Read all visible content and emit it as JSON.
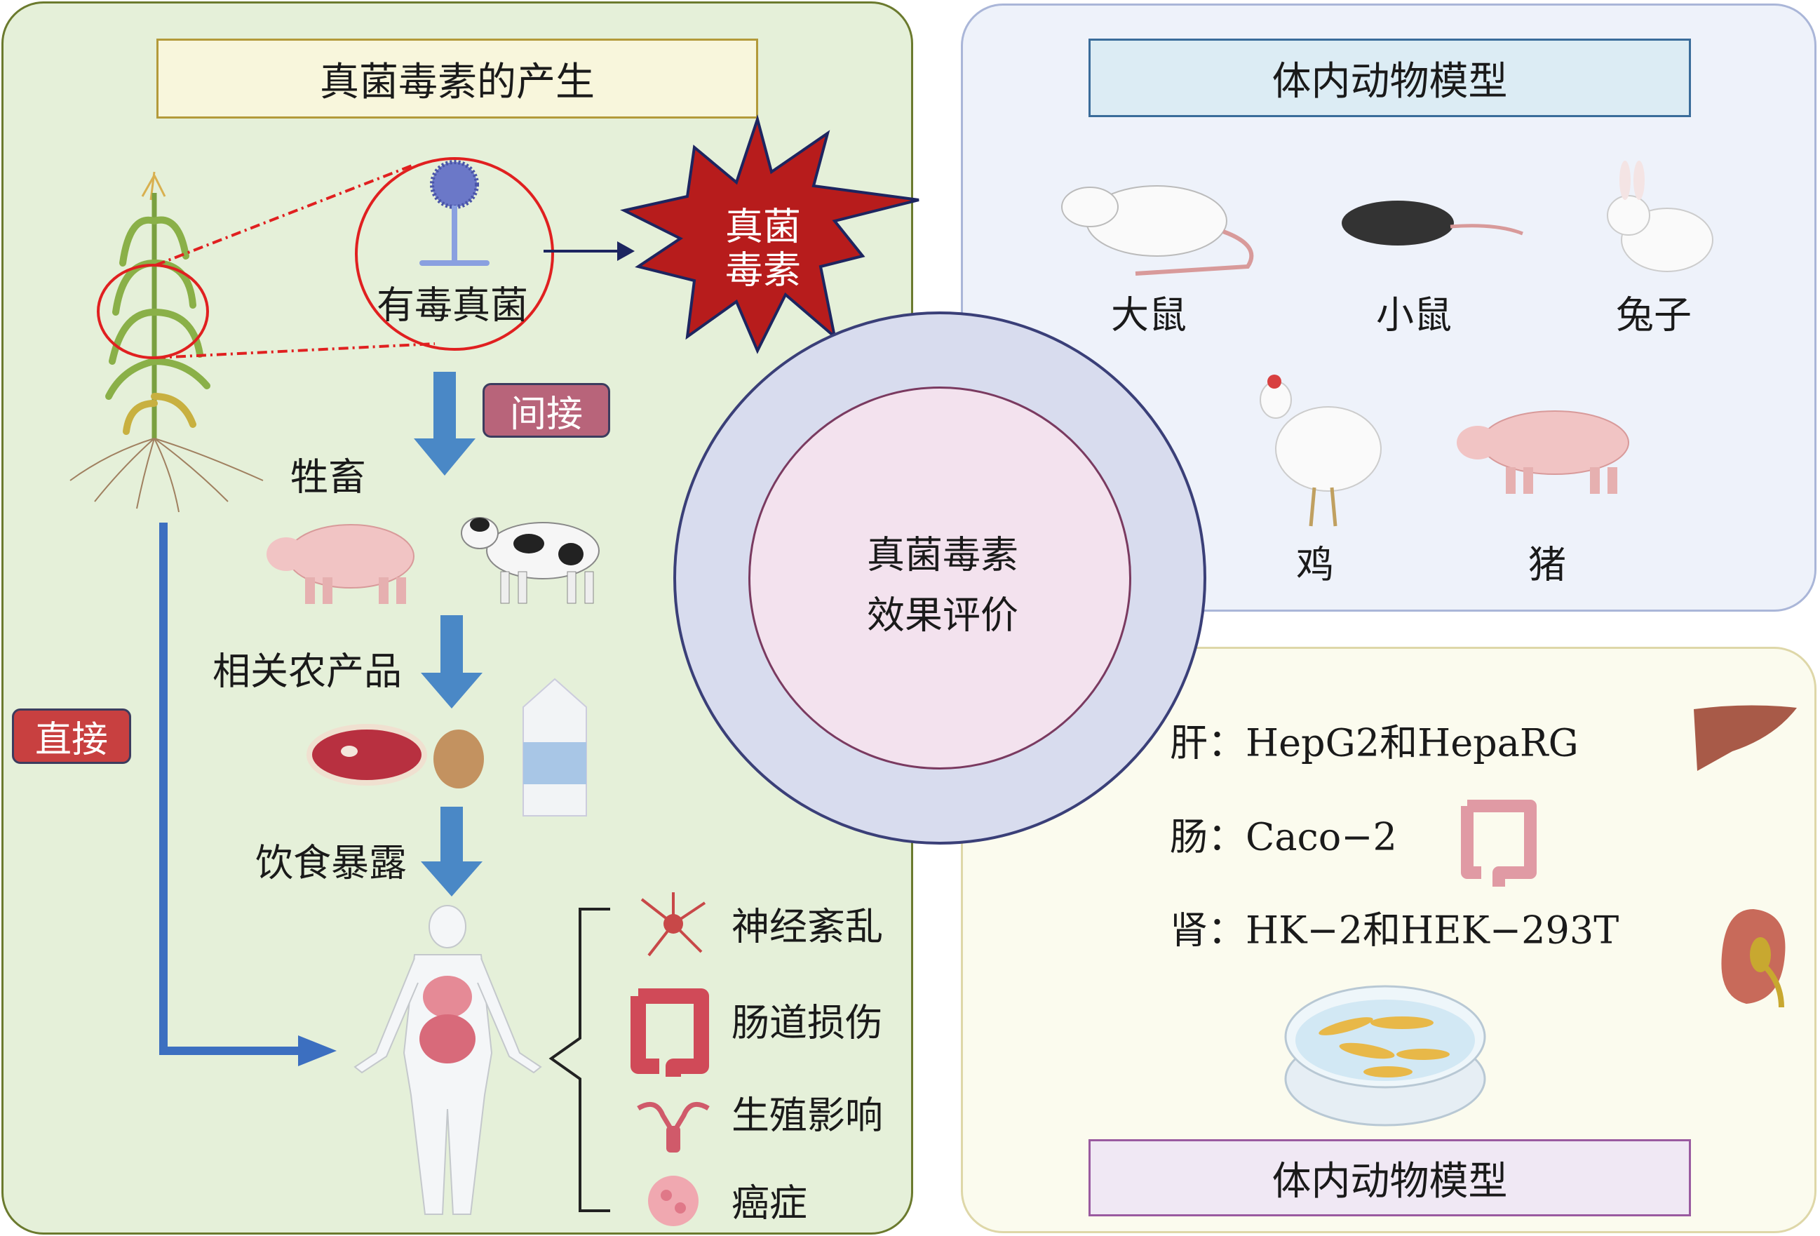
{
  "production": {
    "title": "真菌毒素的产生",
    "toxic_fungus": "有毒真菌",
    "mycotoxin_burst": [
      "真菌",
      "毒素"
    ],
    "indirect": "间接",
    "direct": "直接",
    "livestock": "牲畜",
    "agri_products": "相关农产品",
    "dietary_exposure": "饮食暴露",
    "effects": [
      "神经紊乱",
      "肠道损伤",
      "生殖影响",
      "癌症"
    ]
  },
  "center": {
    "line1": "真菌毒素",
    "line2": "效果评价"
  },
  "in_vivo": {
    "title": "体内动物模型",
    "animals": [
      "大鼠",
      "小鼠",
      "兔子",
      "鸡",
      "猪"
    ]
  },
  "in_vitro": {
    "title": "体内动物模型",
    "cells": [
      {
        "organ": "肝：",
        "lines": "HepG2和HepaRG"
      },
      {
        "organ": "肠：",
        "lines": "Caco−2"
      },
      {
        "organ": "肾：",
        "lines": "HK−2和HEK−293T"
      }
    ]
  },
  "colors": {
    "left_bg": "#e5f0d9",
    "left_border": "#6b7a2e",
    "tr_bg": "#eef2fa",
    "br_bg": "#fbfbee",
    "arrow": "#4a88c6",
    "burst": "#b71c1c"
  }
}
